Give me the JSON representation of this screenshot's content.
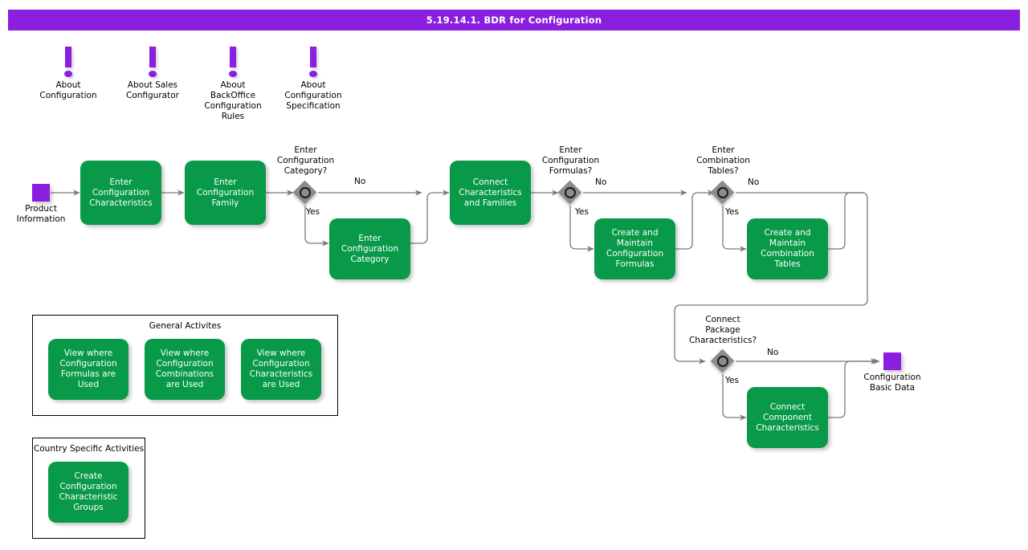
{
  "header": {
    "title": "5.19.14.1. BDR for Configuration",
    "bar_color": "#8a1fe0",
    "text_color": "#ffffff"
  },
  "palette": {
    "activity_green": "#089949",
    "event_purple": "#8a1fe0",
    "gateway_gray": "#8c8c8c",
    "connector_gray": "#7a7a7a",
    "page_background": "#ffffff"
  },
  "notes": [
    {
      "id": "note-about-configuration",
      "icon": "exclamation-note-icon",
      "label": "About\nConfiguration"
    },
    {
      "id": "note-about-sales-configurator",
      "icon": "exclamation-note-icon",
      "label": "About Sales\nConfigurator"
    },
    {
      "id": "note-about-backoffice-configuration-rules",
      "icon": "exclamation-note-icon",
      "label": "About\nBackOffice\nConfiguration\nRules"
    },
    {
      "id": "note-about-configuration-specification",
      "icon": "exclamation-note-icon",
      "label": "About\nConfiguration\nSpecification"
    }
  ],
  "events": [
    {
      "id": "start-event-product-information",
      "kind": "start",
      "label": "Product\nInformation"
    },
    {
      "id": "end-event-configuration-basic-data",
      "kind": "end",
      "label": "Configuration\nBasic Data"
    }
  ],
  "activities": [
    {
      "id": "activity-enter-configuration-characteristics",
      "label": "Enter\nConfiguration\nCharacteristics"
    },
    {
      "id": "activity-enter-configuration-family",
      "label": "Enter\nConfiguration\nFamily"
    },
    {
      "id": "activity-enter-configuration-category",
      "label": "Enter\nConfiguration\nCategory"
    },
    {
      "id": "activity-connect-characteristics-and-families",
      "label": "Connect\nCharacteristics\nand Families"
    },
    {
      "id": "activity-create-and-maintain-configuration-formulas",
      "label": "Create and\nMaintain\nConfiguration\nFormulas"
    },
    {
      "id": "activity-create-and-maintain-combination-tables",
      "label": "Create and\nMaintain\nCombination\nTables"
    },
    {
      "id": "activity-connect-component-characteristics",
      "label": "Connect\nComponent\nCharacteristics"
    }
  ],
  "gateways": [
    {
      "id": "gateway-enter-configuration-category",
      "label": "Enter\nConfiguration\nCategory?",
      "yes": "Yes",
      "no": "No"
    },
    {
      "id": "gateway-enter-configuration-formulas",
      "label": "Enter\nConfiguration\nFormulas?",
      "yes": "Yes",
      "no": "No"
    },
    {
      "id": "gateway-enter-combination-tables",
      "label": "Enter\nCombination\nTables?",
      "yes": "Yes",
      "no": "No"
    },
    {
      "id": "gateway-connect-package-characteristics",
      "label": "Connect\nPackage\nCharacteristics?",
      "yes": "Yes",
      "no": "No"
    }
  ],
  "groups": [
    {
      "id": "group-general-activites",
      "title": "General Activites",
      "items": [
        {
          "id": "activity-view-where-configuration-formulas-are-used",
          "label": "View where\nConfiguration\nFormulas are\nUsed"
        },
        {
          "id": "activity-view-where-configuration-combinations-are-used",
          "label": "View where\nConfiguration\nCombinations\nare Used"
        },
        {
          "id": "activity-view-where-configuration-characteristics-are-used",
          "label": "View where\nConfiguration\nCharacteristics\nare Used"
        }
      ]
    },
    {
      "id": "group-country-specific-activities",
      "title": "Country Specific Activities",
      "items": [
        {
          "id": "activity-create-configuration-characteristic-groups",
          "label": "Create\nConfiguration\nCharacteristic\nGroups"
        }
      ]
    }
  ]
}
